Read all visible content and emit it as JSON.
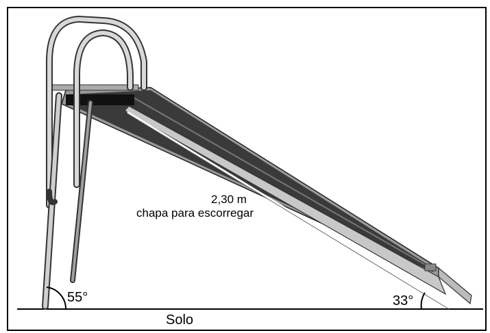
{
  "diagram": {
    "length_label": "2,30 m",
    "sheet_label": "chapa para escorregar",
    "angle_left": "55°",
    "angle_right": "33°",
    "ground_label": "Solo"
  }
}
